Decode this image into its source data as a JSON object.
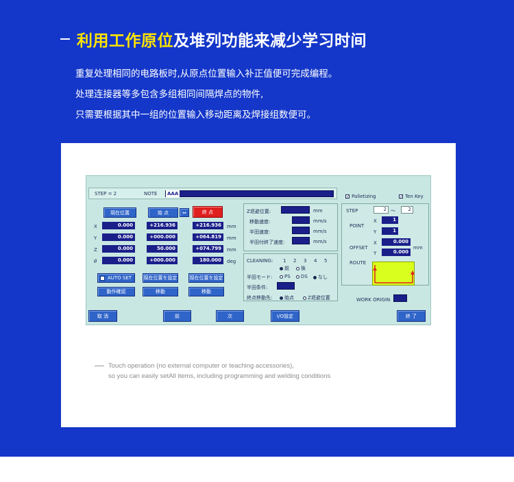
{
  "heading": {
    "highlight": "利用工作原位",
    "rest": "及堆列功能来减少学习时间"
  },
  "description": [
    "重复处理相同的电路板时,从原点位置输入补正值便可完成编程。",
    "处理连接器等多包含多组相同间隔焊点的物件,",
    "只需要根据其中一组的位置输入移动距离及焊接组数便可。"
  ],
  "hmi": {
    "step_label": "STEP = 2",
    "note_label": "NOTE",
    "note_value": "AAA",
    "palletizing": "Palletizing",
    "ten_key": "Ten Key",
    "btn_current_pos": "現在位置",
    "btn_start_point": "始 点",
    "btn_swap": "⇔",
    "btn_end_point": "終 点",
    "axes": [
      "X",
      "Y",
      "Z",
      "θ"
    ],
    "col1": [
      "0.000",
      "0.000",
      "0.000",
      "0.000"
    ],
    "col2": [
      "+216.936",
      "+000.000",
      "50.000",
      "+000.000"
    ],
    "col3": [
      "+216.936",
      "+064.819",
      "+074.799",
      "180.000"
    ],
    "units": [
      "mm",
      "mm",
      "mm",
      "deg"
    ],
    "auto_set": "AUTO SET",
    "btn_set_current_1": "現在位置を設定",
    "btn_set_current_2": "現在位置を設定",
    "btn_action_confirm": "動作確認",
    "btn_move_1": "移動",
    "btn_move_2": "移動",
    "z_retract_pos": "Z退避位置:",
    "move_speed": "移動速度:",
    "solder_speed": "半田速度:",
    "solder_end_speed": "半田付終了速度:",
    "unit_mm": "mm",
    "unit_mms_1": "mm/s",
    "unit_mms_2": "mm/s",
    "unit_mms_3": "mm/s",
    "cleaning": "CLEANING:",
    "cleaning_nums": [
      "1",
      "2",
      "3",
      "4",
      "5"
    ],
    "before": "前",
    "after": "後",
    "solder_mode": "半田モード:",
    "mode_ps": "PS",
    "mode_ds": "DS",
    "mode_none": "なし",
    "solder_condition": "半田条件:",
    "end_move_dest": "終点移動先:",
    "dest_start": "始点",
    "dest_z": "Z退避位置",
    "step": "STEP",
    "step_from": "2",
    "tilde": "〜",
    "step_to": "2",
    "point": "POINT",
    "x": "X",
    "y": "Y",
    "point_x": "1",
    "point_y": "1",
    "offset": "OFFSET",
    "offset_x": "0.000",
    "offset_y": "0.000",
    "offset_unit": "mm",
    "route": "ROUTE",
    "work_origin": "WORK ORIGIN",
    "btn_cancel": "取 消",
    "btn_prev": "前",
    "btn_next": "次",
    "btn_io": "I/O設定",
    "btn_finish": "終 了"
  },
  "caption": {
    "line1": "Touch operation (no external computer or teaching accessories),",
    "line2": "so you can easily setAll items, including programming and welding conditions"
  },
  "colors": {
    "banner": "#1437c9",
    "highlight": "#ffe400",
    "hmi_bg": "#c9e7e2",
    "hmi_button": "#2f64c8",
    "hmi_value_box": "#1a1f8a",
    "route_box": "#d9ff1e"
  }
}
